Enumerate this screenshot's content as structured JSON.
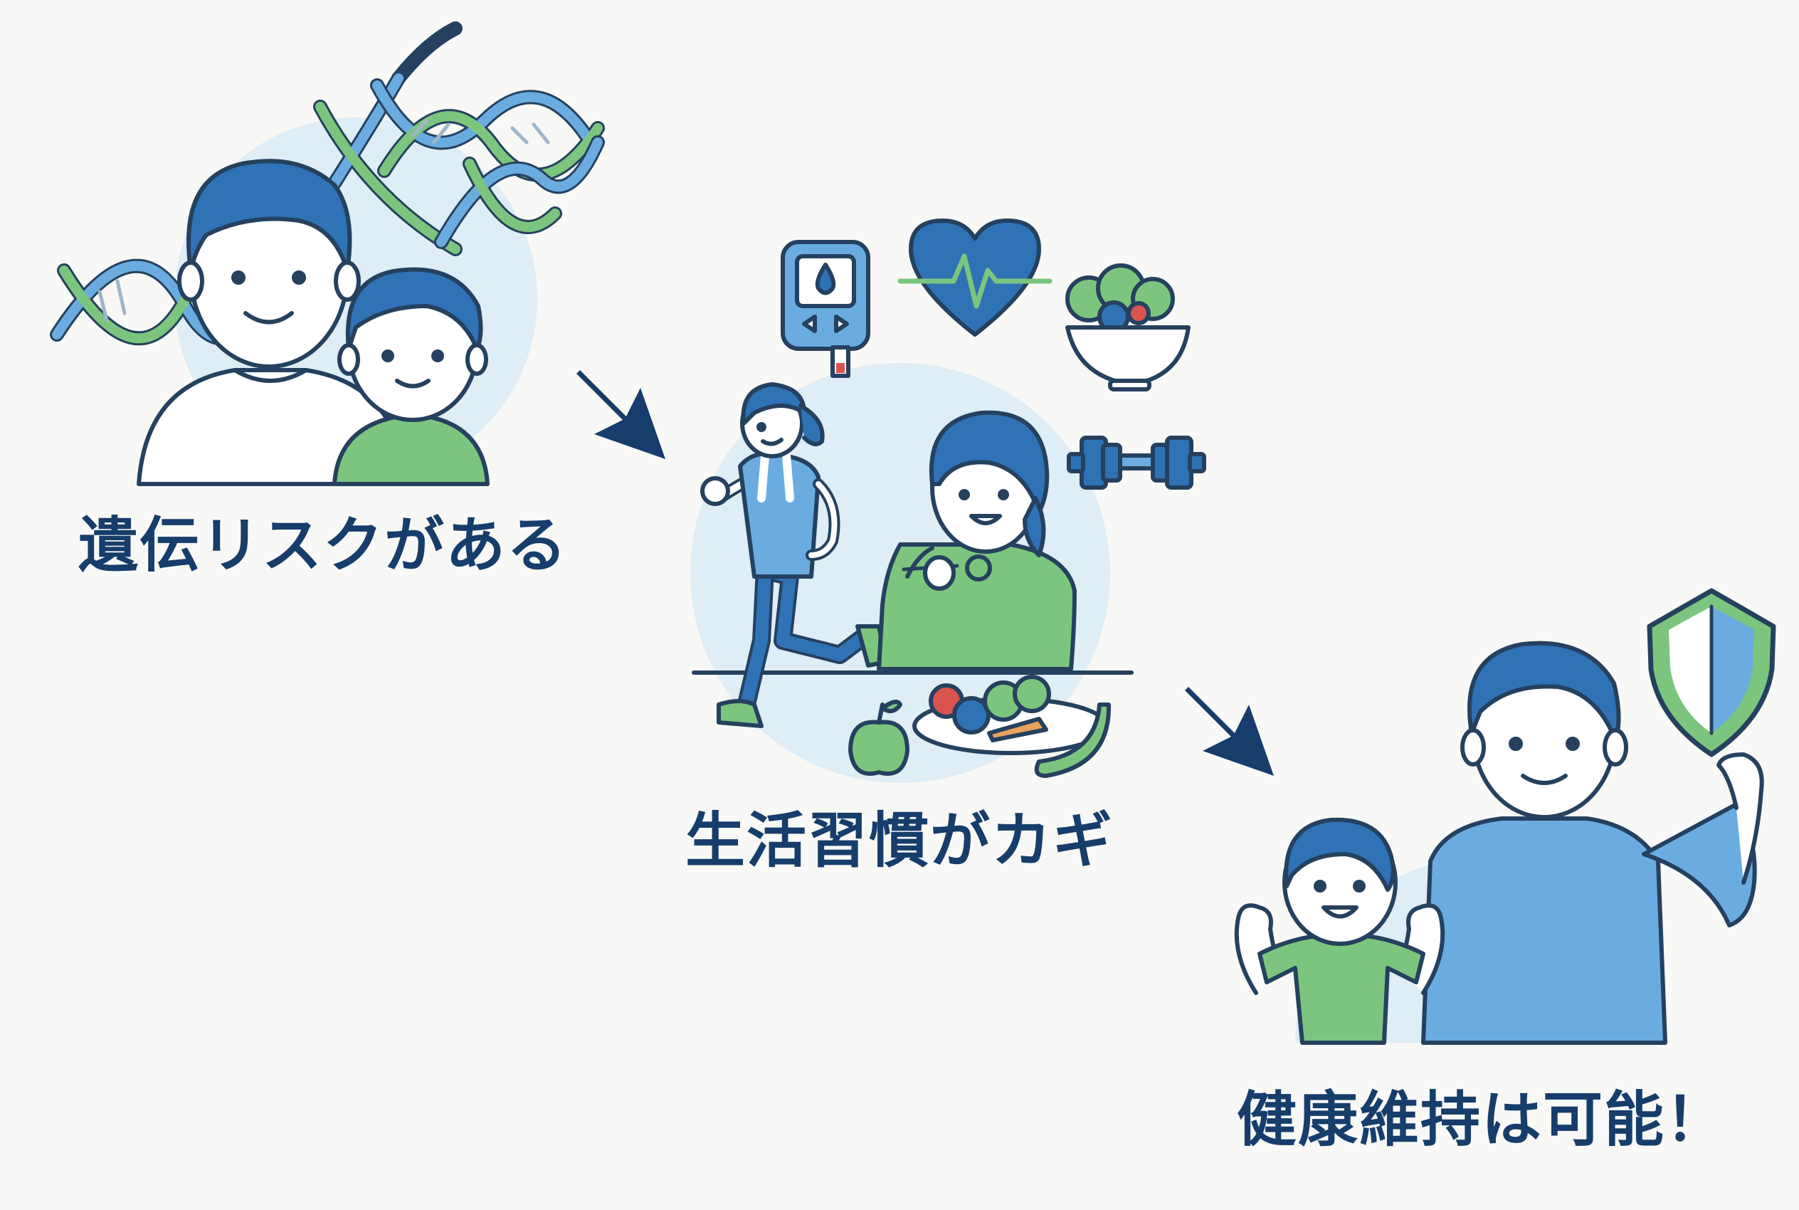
{
  "steps": [
    {
      "label": "遺伝リスクがある"
    },
    {
      "label": "生活習慣がカギ"
    },
    {
      "label": "健康維持は可能！"
    }
  ],
  "icons": [
    "dna-helix-icon",
    "glucose-meter-icon",
    "heart-pulse-icon",
    "salad-bowl-icon",
    "dumbbell-icon",
    "apple-icon",
    "banana-icon",
    "shield-icon",
    "arrow-icon"
  ],
  "colors": {
    "navy": "#163d6b",
    "outline": "#25415f",
    "blue": "#2f72b5",
    "light_blue": "#6aace0",
    "green": "#7cc57f",
    "circle": "#deedf6",
    "background": "#f8f8f6"
  }
}
